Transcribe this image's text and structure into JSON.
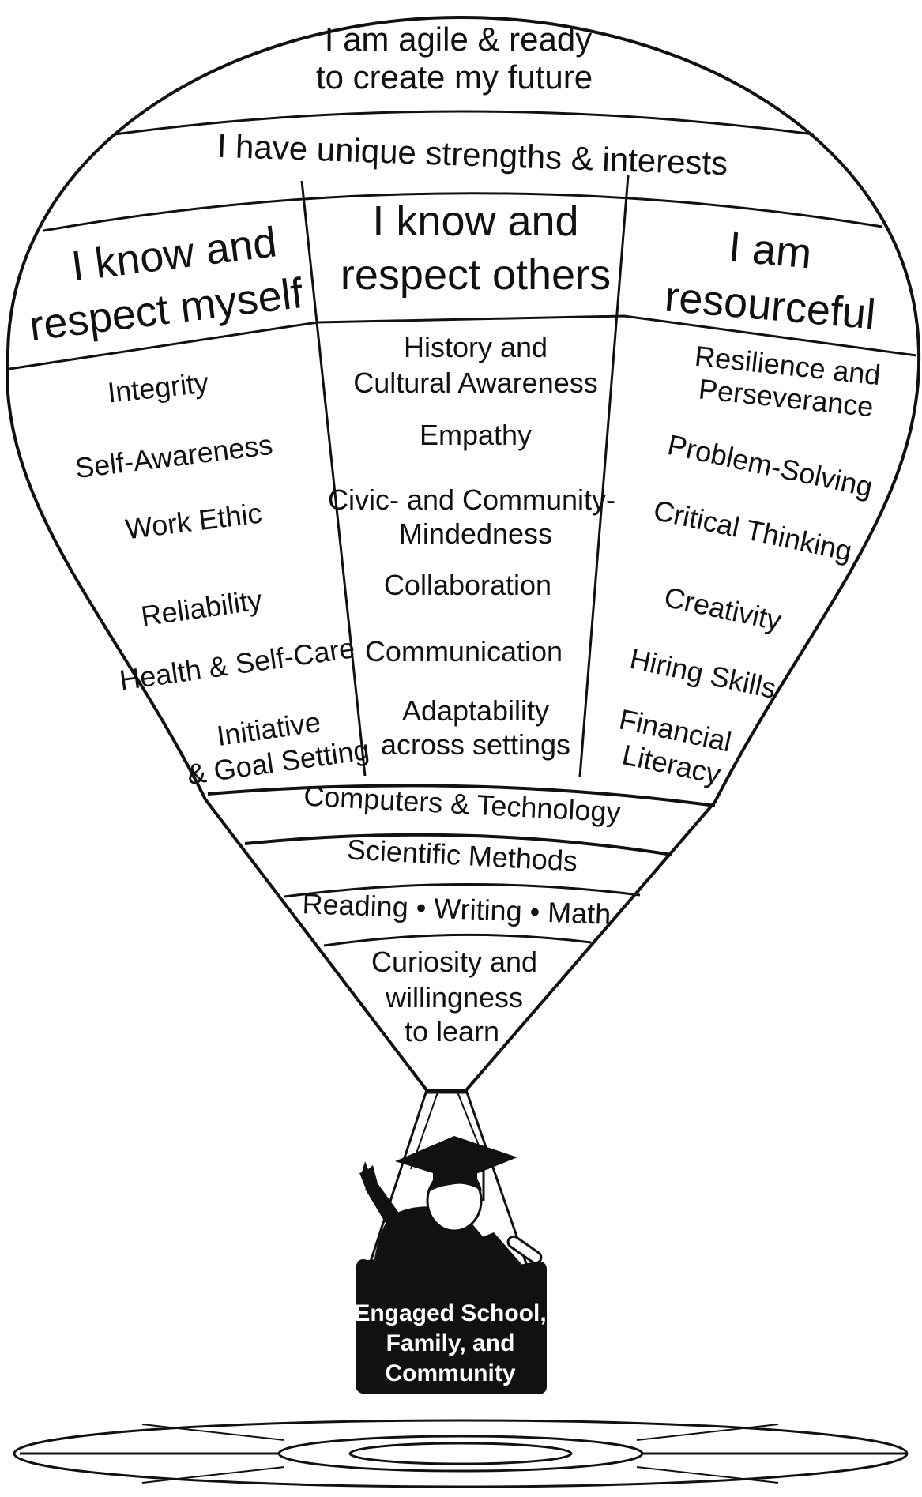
{
  "title_band": {
    "line1": "I am agile & ready",
    "line2": "to create my future"
  },
  "strengths_band": "I have unique strengths & interests",
  "columns": {
    "myself": {
      "header_line1": "I know and",
      "header_line2": "respect myself",
      "items": [
        "Integrity",
        "Self-Awareness",
        "Work Ethic",
        "Reliability",
        "Health & Self-Care"
      ],
      "initiative_line1": "Initiative",
      "initiative_line2": "& Goal Setting"
    },
    "others": {
      "header_line1": "I know and",
      "header_line2": "respect others",
      "history_line1": "History and",
      "history_line2": "Cultural Awareness",
      "empathy": "Empathy",
      "civic_line1": "Civic- and Community-",
      "civic_line2": "Mindedness",
      "collaboration": "Collaboration",
      "communication": "Communication",
      "adapt_line1": "Adaptability",
      "adapt_line2": "across settings"
    },
    "resourceful": {
      "header_line1": "I am",
      "header_line2": "resourceful",
      "resilience_line1": "Resilience and",
      "resilience_line2": "Perseverance",
      "problem_solving": "Problem-Solving",
      "critical_thinking": "Critical Thinking",
      "creativity": "Creativity",
      "hiring_skills": "Hiring Skills",
      "financial_line1": "Financial",
      "financial_line2": "Literacy"
    }
  },
  "lower_bands": {
    "computers": "Computers & Technology",
    "scientific": "Scientific Methods",
    "basics": "Reading • Writing • Math"
  },
  "curiosity": {
    "line1": "Curiosity and",
    "line2": "willingness",
    "line3": "to learn"
  },
  "basket": {
    "line1": "Engaged School,",
    "line2": "Family, and",
    "line3": "Community"
  },
  "icons": [
    "hot-air-balloon",
    "graduate-figure",
    "diploma-scroll",
    "ground-ellipse"
  ]
}
